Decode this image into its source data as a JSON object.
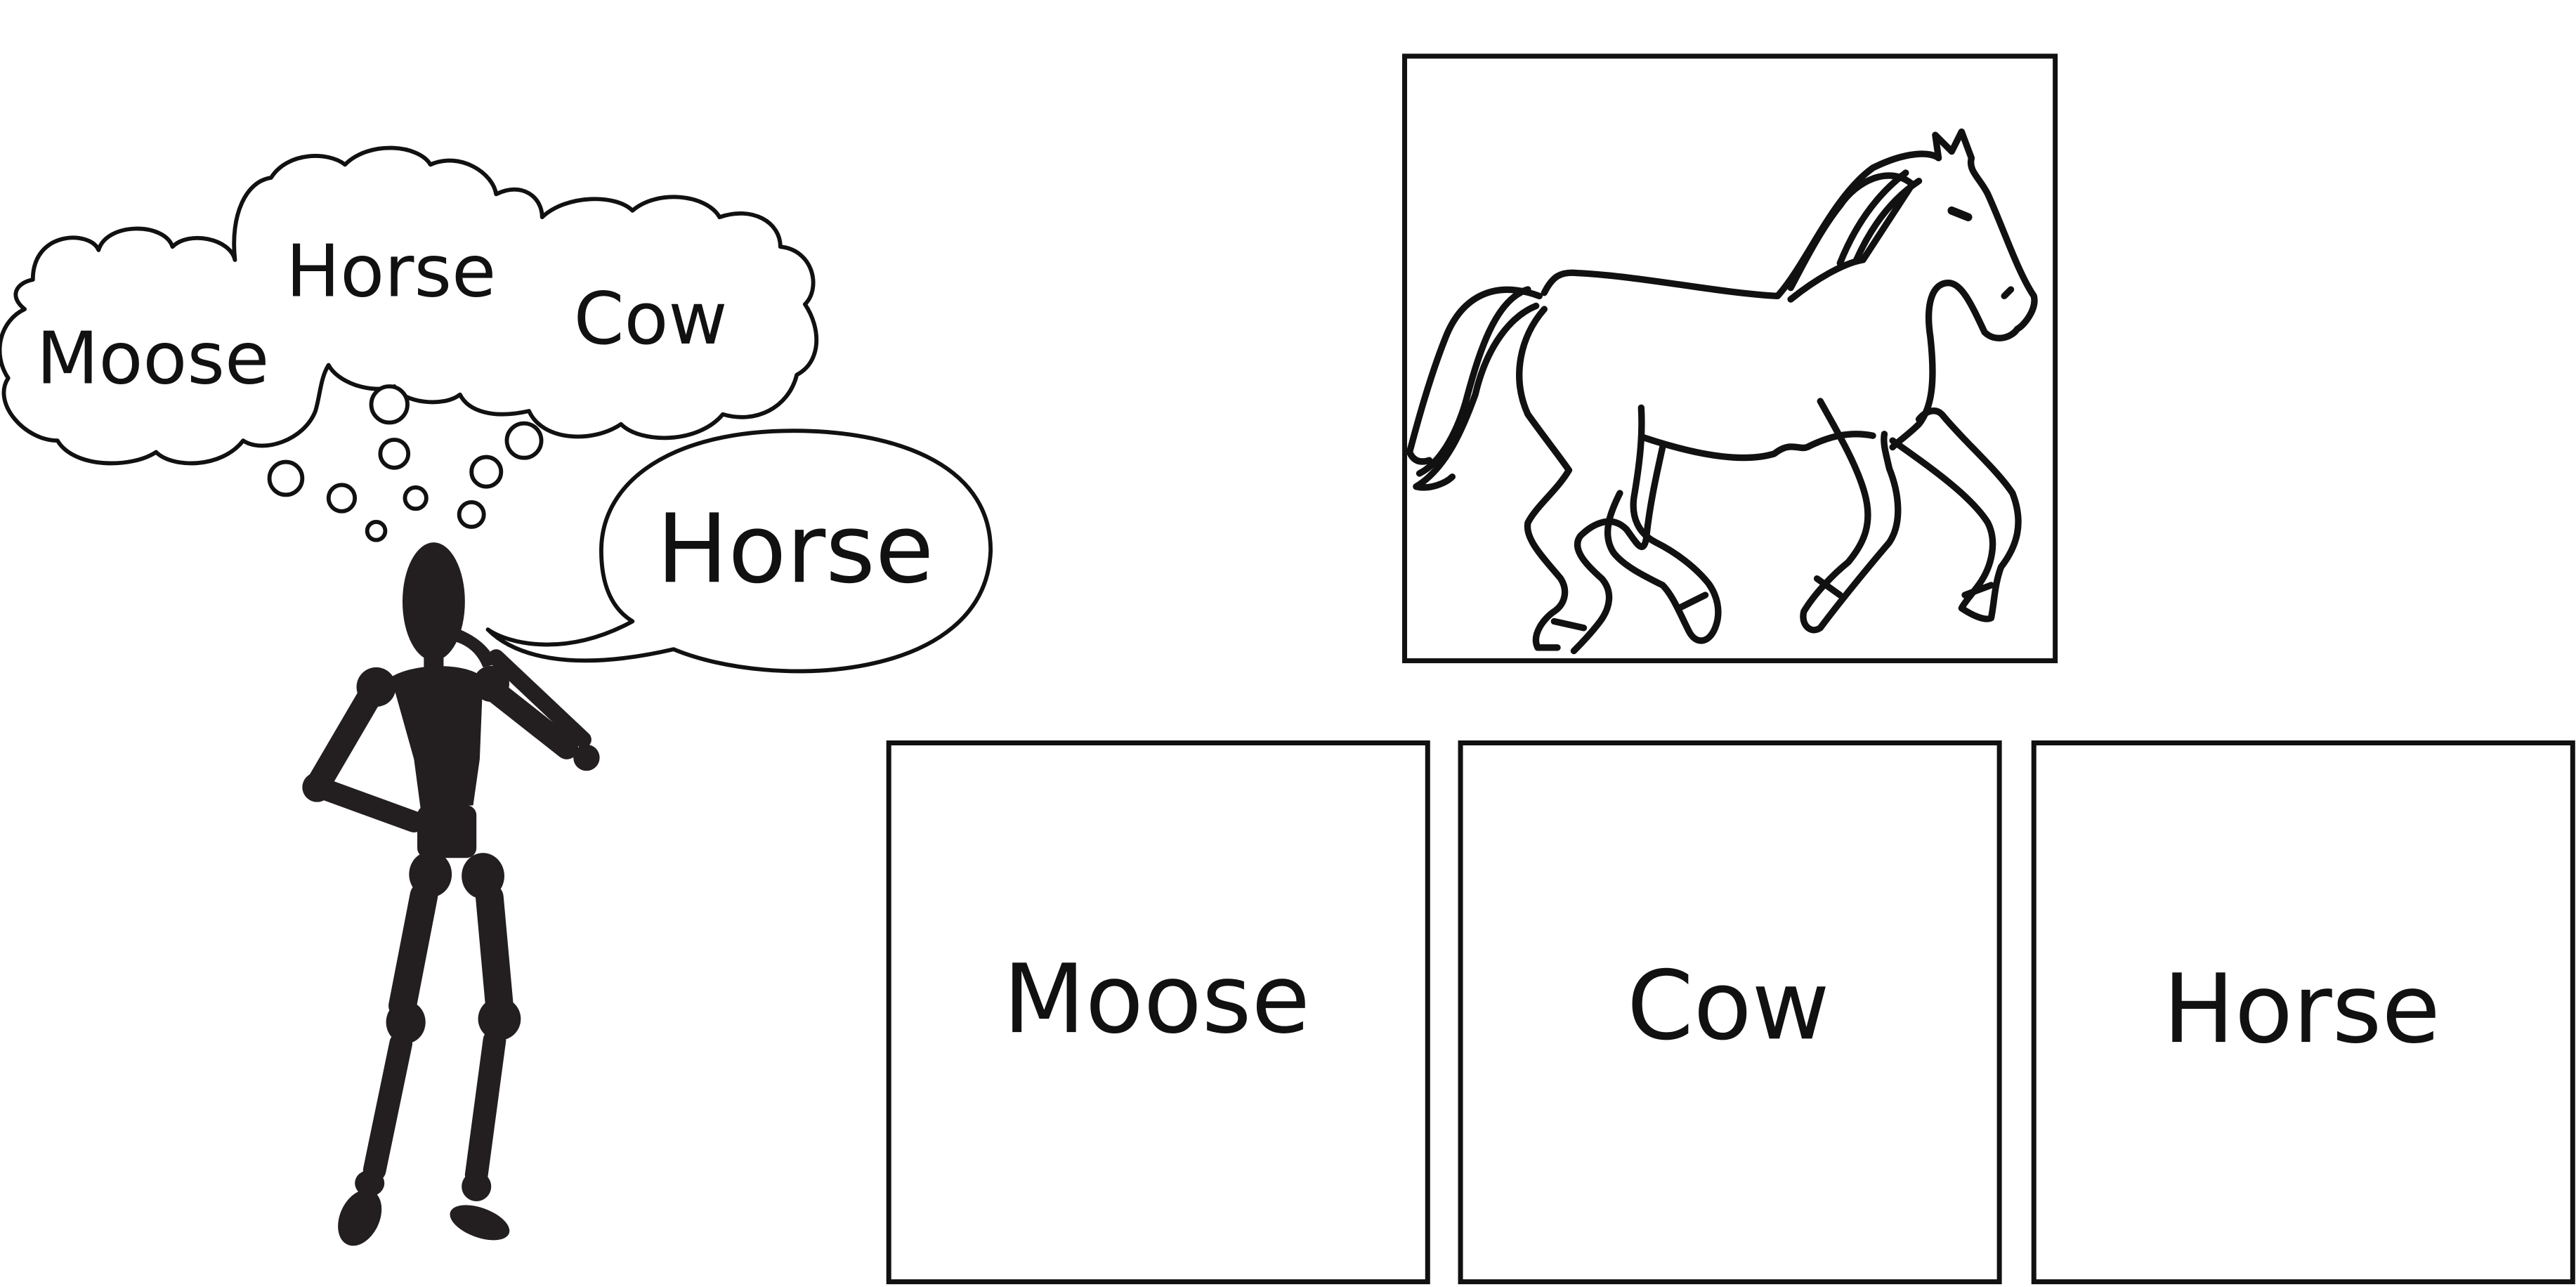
{
  "thought_cloud": {
    "words": [
      "Moose",
      "Horse",
      "Cow"
    ]
  },
  "speech_bubble": {
    "text": "Horse"
  },
  "picture": {
    "subject": "horse-drawing"
  },
  "choices": [
    {
      "label": "Moose"
    },
    {
      "label": "Cow"
    },
    {
      "label": "Horse"
    }
  ],
  "colors": {
    "ink": "#111111",
    "figure": "#231f20",
    "background": "#ffffff"
  }
}
